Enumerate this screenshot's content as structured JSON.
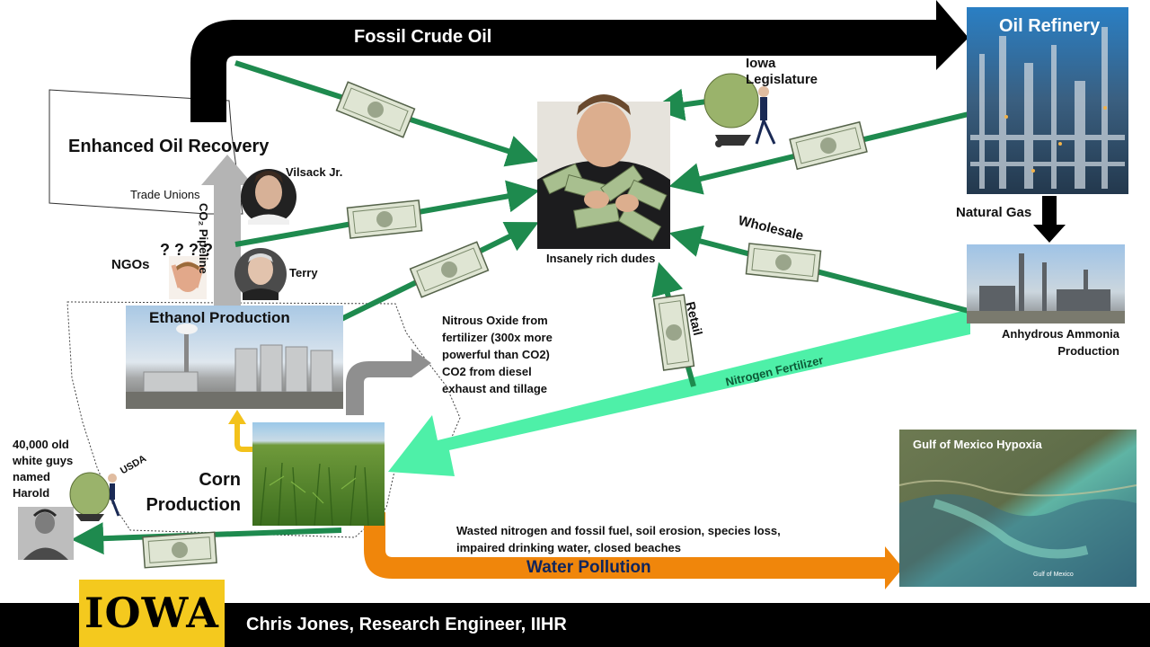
{
  "labels": {
    "fossil_crude_oil": "Fossil Crude Oil",
    "oil_refinery": "Oil Refinery",
    "iowa_legislature_1": "Iowa",
    "iowa_legislature_2": "Legislature",
    "enhanced_oil_recovery": "Enhanced Oil Recovery",
    "vilsack": "Vilsack Jr.",
    "trade_unions": "Trade Unions",
    "co2_pipeline": "CO₂ Pipeline",
    "ngos": "NGOs",
    "ngo_question_marks": "?  ? ? ?",
    "terry": "Terry",
    "insanely_rich_dudes": "Insanely rich dudes",
    "natural_gas": "Natural Gas",
    "wholesale": "Wholesale",
    "retail": "Retail",
    "ethanol_production": "Ethanol Production",
    "nitrous_oxide": [
      "Nitrous Oxide from",
      "fertilizer (300x more",
      "powerful than CO2)",
      "CO2 from diesel",
      "exhaust and tillage"
    ],
    "anhydrous_ammonia": [
      "Anhydrous Ammonia",
      "Production"
    ],
    "nitrogen_fertilizer": "Nitrogen Fertilizer",
    "harold": [
      "40,000 old",
      "white guys",
      "named",
      "Harold"
    ],
    "usda": "USDA",
    "corn_production": [
      "Corn",
      "Production"
    ],
    "gulf_hypoxia": "Gulf of Mexico Hypoxia",
    "gulf_inset": "Gulf of Mexico",
    "wasted": [
      "Wasted nitrogen and fossil fuel, soil erosion, species loss,",
      "impaired drinking water, closed beaches"
    ],
    "water_pollution": "Water Pollution"
  },
  "footer": {
    "logo_text": "IOWA",
    "credit": "Chris Jones, Research Engineer, IIHR"
  },
  "colors": {
    "money_arrow": "#1e8a4e",
    "fertilizer_arrow": "#4ef0a8",
    "pollution_arrow": "#f0860b",
    "crude_oil_arrow": "#000000",
    "co2_pipeline_arrow": "#b4b4b4",
    "emissions_arrow": "#8f8f8f",
    "feed_arrow": "#f3c21b",
    "iowa_gold": "#f4c91e"
  },
  "icons": [
    "money-bill-icon",
    "money-bag-icon",
    "question-mark-icon"
  ]
}
